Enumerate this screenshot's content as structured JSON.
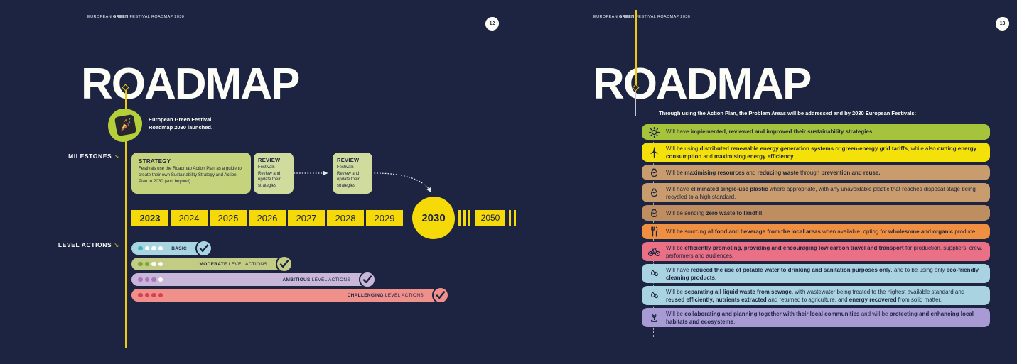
{
  "colors": {
    "background": "#1c2441",
    "navy_text": "#1c2441",
    "yellow": "#f6d908",
    "line_yellow": "#eec90c",
    "white": "#fdfdf8",
    "strategy_box": "#c5d37c",
    "review_box": "#cfdc9e",
    "launch_blob": "#b5cf3a"
  },
  "left_page": {
    "header_segments": [
      {
        "t": "EUROPEAN ",
        "b": false
      },
      {
        "t": "GREEN",
        "b": true
      },
      {
        "t": " FESTIVAL ROADMAP 2030",
        "b": false
      }
    ],
    "page_number": "12",
    "title": "ROADMAP",
    "launch_text": "European Green Festival Roadmap 2030 launched.",
    "launch_icon": "party-popper-icon",
    "milestones_label": "MILESTONES",
    "level_actions_label": "LEVEL ACTIONS",
    "arrow_glyph": "↘",
    "strategy_box": {
      "title": "STRATEGY",
      "body": "Festivals use the Roadmap Action Plan as a guide to create their own Sustainability Strategy and Action Plan to 2030 (and beyond)."
    },
    "review_box_1": {
      "title": "REVIEW",
      "body": "Festivals Review and update their strategies"
    },
    "review_box_2": {
      "title": "REVIEW",
      "body": "Festivals Review and update their strategies"
    },
    "timeline": {
      "color": "#f6d908",
      "years": [
        "2023",
        "2024",
        "2025",
        "2026",
        "2027",
        "2028",
        "2029"
      ],
      "highlight_year": "2030",
      "future_year": "2050"
    },
    "levels": [
      {
        "label_segments": [
          {
            "t": "BASIC",
            "b": true
          }
        ],
        "color": "#a9d5e0",
        "dots": [
          "#3eb5c6",
          "#ffffff",
          "#ffffff",
          "#ffffff"
        ]
      },
      {
        "label_segments": [
          {
            "t": "MODERATE",
            "b": true
          },
          {
            "t": " LEVEL ACTIONS",
            "b": false
          }
        ],
        "color": "#c2cc85",
        "dots": [
          "#7da33b",
          "#7da33b",
          "#ffffff",
          "#ffffff"
        ]
      },
      {
        "label_segments": [
          {
            "t": "AMBITIOUS",
            "b": true
          },
          {
            "t": " LEVEL ACTIONS",
            "b": false
          }
        ],
        "color": "#c9b7da",
        "dots": [
          "#aa75bf",
          "#aa75bf",
          "#aa75bf",
          "#ffffff"
        ]
      },
      {
        "label_segments": [
          {
            "t": "CHALLENGING",
            "b": true
          },
          {
            "t": " LEVEL ACTIONS",
            "b": false
          }
        ],
        "color": "#f0908b",
        "dots": [
          "#d84150",
          "#d84150",
          "#d84150",
          "#d84150"
        ]
      }
    ]
  },
  "right_page": {
    "header_segments": [
      {
        "t": "EUROPEAN ",
        "b": false
      },
      {
        "t": "GREEN",
        "b": true
      },
      {
        "t": " FESTIVAL ROADMAP 2030",
        "b": false
      }
    ],
    "page_number": "13",
    "title": "ROADMAP",
    "intro": "Through using the Action Plan, the Problem Areas will be addressed and by 2030 European Festivals:",
    "commitments": [
      {
        "icon": "sun-icon",
        "color": "#a6c33c",
        "segments": [
          {
            "t": "Will have ",
            "b": false
          },
          {
            "t": "implemented, reviewed and improved their sustainability strategies",
            "b": true
          }
        ]
      },
      {
        "icon": "wind-turbine-icon",
        "color": "#f4e10a",
        "segments": [
          {
            "t": "Will be using ",
            "b": false
          },
          {
            "t": "distributed renewable energy generation systems",
            "b": true
          },
          {
            "t": " or ",
            "b": false
          },
          {
            "t": "green-energy grid tariffs",
            "b": true
          },
          {
            "t": ", while also ",
            "b": false
          },
          {
            "t": "cutting energy consumption",
            "b": true
          },
          {
            "t": " and ",
            "b": false
          },
          {
            "t": "maximising energy efficiency",
            "b": true
          }
        ]
      },
      {
        "icon": "waste-bag-icon",
        "color": "#c99c6e",
        "segments": [
          {
            "t": "Will be ",
            "b": false
          },
          {
            "t": "maximising resources",
            "b": true
          },
          {
            "t": " and ",
            "b": false
          },
          {
            "t": "reducing waste",
            "b": true
          },
          {
            "t": " through ",
            "b": false
          },
          {
            "t": "prevention and reuse.",
            "b": true
          }
        ]
      },
      {
        "icon": "waste-bag-icon",
        "color": "#c99c6e",
        "segments": [
          {
            "t": "Will have ",
            "b": false
          },
          {
            "t": "eliminated single-use plastic",
            "b": true
          },
          {
            "t": " where appropriate, with any unavoidable plastic that reaches disposal stage being recycled to a high standard.",
            "b": false
          }
        ]
      },
      {
        "icon": "waste-bag-icon",
        "color": "#bf8e60",
        "segments": [
          {
            "t": "Will be sending ",
            "b": false
          },
          {
            "t": "zero waste to landfill",
            "b": true
          },
          {
            "t": ".",
            "b": false
          }
        ]
      },
      {
        "icon": "fork-knife-icon",
        "color": "#ee8f41",
        "segments": [
          {
            "t": "Will be sourcing all ",
            "b": false
          },
          {
            "t": "food and beverage from the local areas",
            "b": true
          },
          {
            "t": " when available, opting for ",
            "b": false
          },
          {
            "t": "wholesome and organic",
            "b": true
          },
          {
            "t": " produce.",
            "b": false
          }
        ]
      },
      {
        "icon": "bicycle-icon",
        "color": "#ea7086",
        "segments": [
          {
            "t": "Will be ",
            "b": false
          },
          {
            "t": "efficiently promoting, providing and encouraging low carbon travel and transport",
            "b": true
          },
          {
            "t": " for production, suppliers, crew, performers and audiences.",
            "b": false
          }
        ]
      },
      {
        "icon": "water-drops-icon",
        "color": "#a9d3e1",
        "segments": [
          {
            "t": "Will have ",
            "b": false
          },
          {
            "t": "reduced the use of potable water to drinking and sanitation purposes only",
            "b": true
          },
          {
            "t": ", and to be using only ",
            "b": false
          },
          {
            "t": "eco-friendly cleaning products",
            "b": true
          },
          {
            "t": ".",
            "b": false
          }
        ]
      },
      {
        "icon": "water-drops-icon",
        "color": "#a9d3e1",
        "segments": [
          {
            "t": "Will be ",
            "b": false
          },
          {
            "t": "separating all liquid waste from sewage",
            "b": true
          },
          {
            "t": ", with wastewater being treated to the highest available standard and ",
            "b": false
          },
          {
            "t": "reused efficiently, nutrients extracted",
            "b": true
          },
          {
            "t": " and returned to agriculture, and ",
            "b": false
          },
          {
            "t": "energy recovered",
            "b": true
          },
          {
            "t": " from solid matter.",
            "b": false
          }
        ]
      },
      {
        "icon": "hand-plant-icon",
        "color": "#a89bd4",
        "segments": [
          {
            "t": "Will be ",
            "b": false
          },
          {
            "t": "collaborating and planning together with their local communities",
            "b": true
          },
          {
            "t": " and will be ",
            "b": false
          },
          {
            "t": "protecting and enhancing local habitats and ecosystems",
            "b": true
          },
          {
            "t": ".",
            "b": false
          }
        ]
      }
    ]
  }
}
